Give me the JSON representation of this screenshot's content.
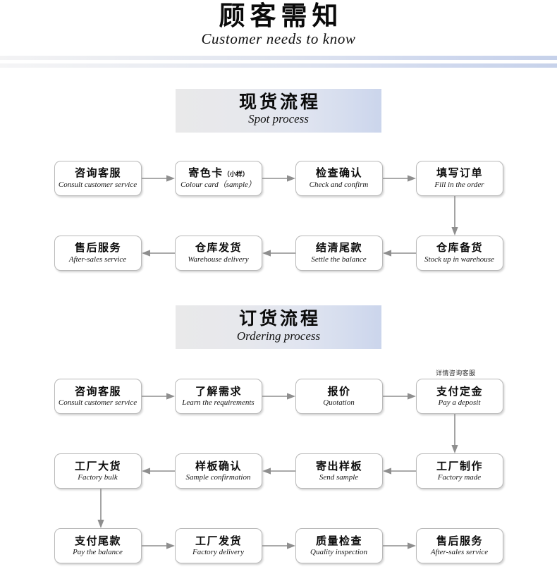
{
  "header": {
    "title_cn": "顾客需知",
    "title_en": "Customer needs to know"
  },
  "sections": [
    {
      "banner_cn": "现货流程",
      "banner_en": "Spot process",
      "rows": [
        {
          "direction": "right",
          "nodes": [
            {
              "cn": "咨询客服",
              "en": "Consult customer service"
            },
            {
              "cn": "寄色卡",
              "cn_paren": "（小样）",
              "en": "Colour card（sample）"
            },
            {
              "cn": "检查确认",
              "en": "Check and confirm"
            },
            {
              "cn": "填写订单",
              "en": "Fill in the order"
            }
          ]
        },
        {
          "direction": "left",
          "nodes": [
            {
              "cn": "售后服务",
              "en": "After-sales service"
            },
            {
              "cn": "仓库发货",
              "en": "Warehouse delivery"
            },
            {
              "cn": "结清尾款",
              "en": "Settle the balance"
            },
            {
              "cn": "仓库备货",
              "en": "Stock up in warehouse"
            }
          ]
        }
      ]
    },
    {
      "banner_cn": "订货流程",
      "banner_en": "Ordering process",
      "note": "详情咨询客服",
      "rows": [
        {
          "direction": "right",
          "nodes": [
            {
              "cn": "咨询客服",
              "en": "Consult customer service"
            },
            {
              "cn": "了解需求",
              "en": "Learn the requirements"
            },
            {
              "cn": "报价",
              "en": "Quotation"
            },
            {
              "cn": "支付定金",
              "en": "Pay a deposit"
            }
          ]
        },
        {
          "direction": "left",
          "nodes": [
            {
              "cn": "工厂大货",
              "en": "Factory bulk"
            },
            {
              "cn": "样板确认",
              "en": "Sample confirmation"
            },
            {
              "cn": "寄出样板",
              "en": "Send sample"
            },
            {
              "cn": "工厂制作",
              "en": "Factory made"
            }
          ]
        },
        {
          "direction": "right",
          "nodes": [
            {
              "cn": "支付尾款",
              "en": "Pay the balance"
            },
            {
              "cn": "工厂发货",
              "en": "Factory delivery"
            },
            {
              "cn": "质量检查",
              "en": "Quality inspection"
            },
            {
              "cn": "售后服务",
              "en": "After-sales service"
            }
          ]
        }
      ]
    }
  ],
  "colors": {
    "arrow": "#8e8e8e",
    "node_border": "#b9b9b9",
    "banner_left": "#e9e9ea",
    "banner_right": "#cbd5ec"
  }
}
